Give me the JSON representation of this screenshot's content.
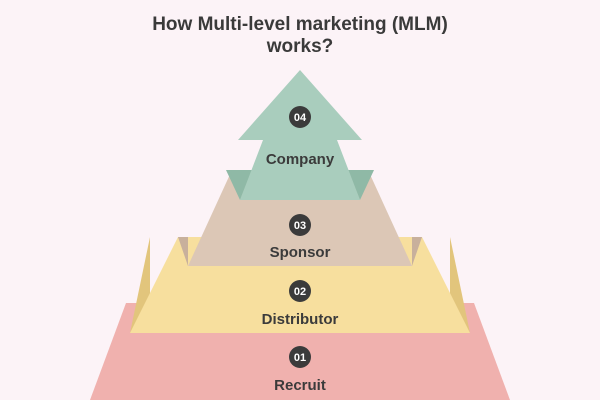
{
  "title": {
    "line1": "How Multi-level marketing (MLM)",
    "line2": "works?"
  },
  "levels": [
    {
      "number": "04",
      "label": "Company"
    },
    {
      "number": "03",
      "label": "Sponsor"
    },
    {
      "number": "02",
      "label": "Distributor"
    },
    {
      "number": "01",
      "label": "Recruit"
    }
  ],
  "colors": {
    "background": "#fcf3f7",
    "company": "#a9cdbd",
    "company_shadow": "#8fb9a6",
    "sponsor": "#dcc7b6",
    "sponsor_shadow": "#c8b09c",
    "distributor": "#f7df9e",
    "distributor_shadow": "#e2c57c",
    "recruit": "#f0b1ae",
    "badge": "#3b3b3b",
    "text": "#3a3a3a"
  }
}
